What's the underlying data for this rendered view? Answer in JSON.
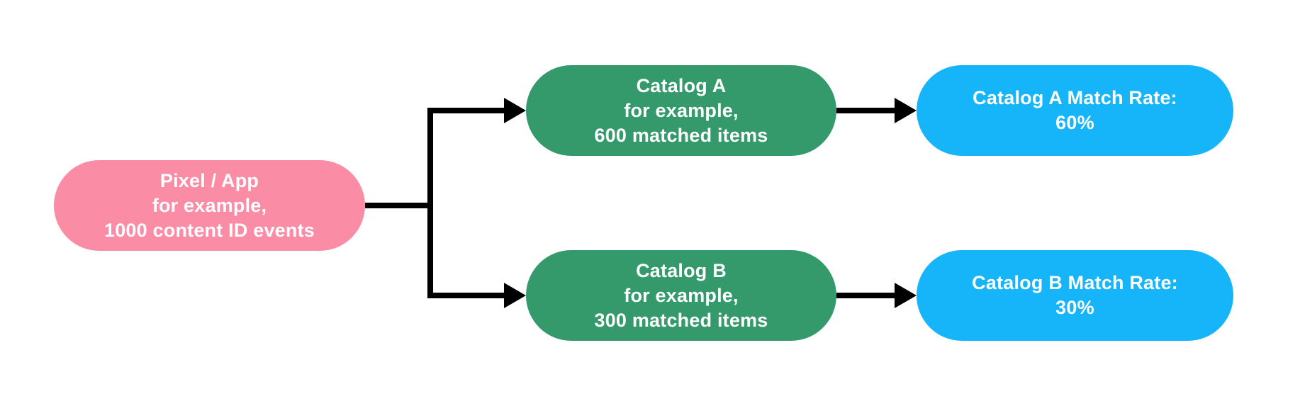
{
  "palette": {
    "background": "#FFFFFF",
    "source_pink": "#FA8CA5",
    "catalog_green": "#34996B",
    "match_blue": "#16B4F9",
    "arrow_black": "#000000",
    "text_white": "#FFFFFF"
  },
  "flowchart": {
    "source": {
      "lines": [
        "Pixel / App",
        "for example,",
        "1000 content ID events"
      ]
    },
    "catalog_a": {
      "lines": [
        "Catalog A",
        "for example,",
        "600 matched items"
      ]
    },
    "catalog_b": {
      "lines": [
        "Catalog B",
        "for example,",
        "300 matched items"
      ]
    },
    "match_a": {
      "lines": [
        "Catalog A Match Rate:",
        "60%"
      ]
    },
    "match_b": {
      "lines": [
        "Catalog B Match Rate:",
        "30%"
      ]
    }
  }
}
